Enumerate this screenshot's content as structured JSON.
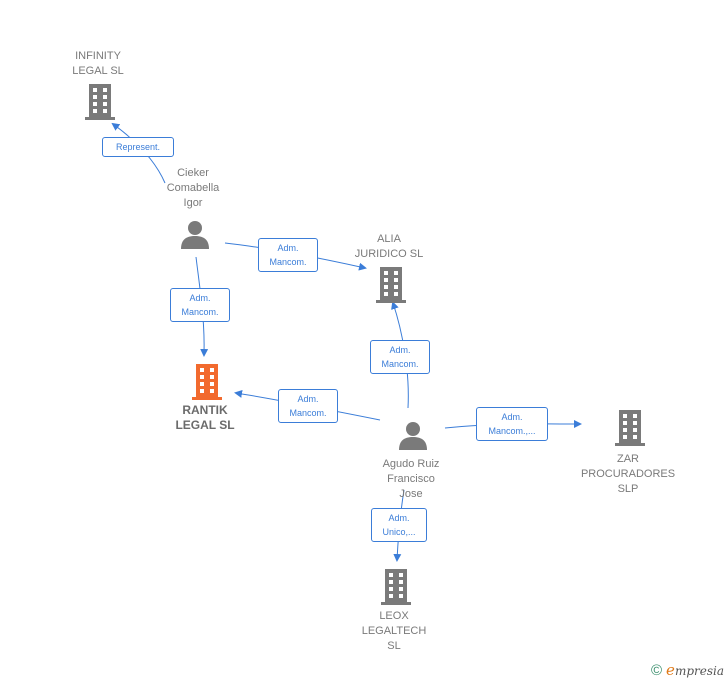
{
  "nodes": {
    "infinity": {
      "label": "INFINITY\nLEGAL SL",
      "type": "company"
    },
    "cieker": {
      "label": "Cieker\nComabella\nIgor",
      "type": "person"
    },
    "alia": {
      "label": "ALIA\nJURIDICO  SL",
      "type": "company"
    },
    "rantik": {
      "label": "RANTIK\nLEGAL  SL",
      "type": "company-focus"
    },
    "agudo": {
      "label": "Agudo Ruiz\nFrancisco\nJose",
      "type": "person"
    },
    "zar": {
      "label": "ZAR\nPROCURADORES\nSLP",
      "type": "company"
    },
    "leox": {
      "label": "LEOX\nLEGALTECH\nSL",
      "type": "company"
    }
  },
  "edges": {
    "cieker_infinity": "Represent.",
    "cieker_alia": "Adm.\nMancom.",
    "cieker_rantik": "Adm.\nMancom.",
    "agudo_alia": "Adm.\nMancom.",
    "agudo_rantik": "Adm.\nMancom.",
    "agudo_zar": "Adm.\nMancom.,...",
    "agudo_leox": "Adm.\nUnico,..."
  },
  "footer": {
    "copyright": "©",
    "brand_initial": "e",
    "brand_rest": "mpresia"
  },
  "colors": {
    "edge": "#3b7dd8",
    "company_icon": "#7a7a7a",
    "focus_icon": "#f26a2e",
    "person_icon": "#7a7a7a"
  }
}
